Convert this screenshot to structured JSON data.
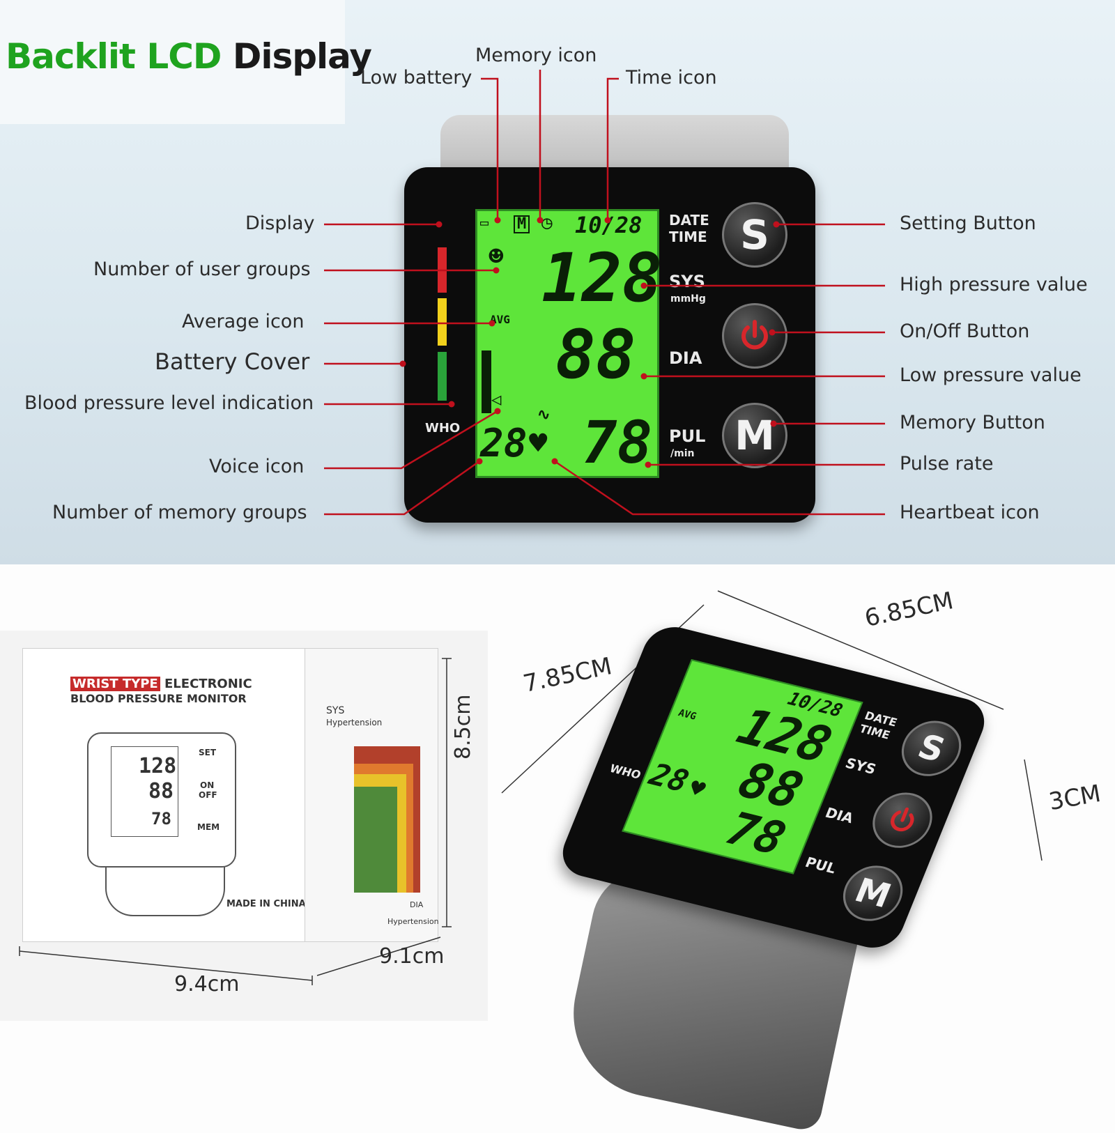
{
  "title": {
    "part1": "Backlit LCD",
    "part2": "Display"
  },
  "labels": {
    "memory_icon": "Memory icon",
    "low_battery": "Low battery",
    "time_icon": "Time icon",
    "display": "Display",
    "user_groups": "Number of user groups",
    "average_icon": "Average icon",
    "battery_cover": "Battery Cover",
    "bp_level": "Blood pressure level indication",
    "voice_icon": "Voice icon",
    "memory_groups": "Number of memory groups",
    "setting_button": "Setting Button",
    "high_pressure": "High pressure value",
    "onoff_button": "On/Off Button",
    "low_pressure": "Low pressure value",
    "memory_button": "Memory Button",
    "pulse_rate": "Pulse rate",
    "heartbeat_icon": "Heartbeat icon"
  },
  "device": {
    "date": "10/28",
    "sys_value": "128",
    "dia_value": "88",
    "pulse_value": "78",
    "memory_number": "28",
    "avg": "AVG",
    "date_label": "DATE",
    "time_label": "TIME",
    "sys_label": "SYS",
    "dia_label": "DIA",
    "pul_label": "PUL",
    "mmhg": "mmHg",
    "per_min": "/min",
    "who": "WHO",
    "btn_s": "S",
    "btn_m": "M",
    "mem_icon_letter": "M",
    "colors": {
      "lcd": "#5ee53a",
      "red": "#d8262b",
      "yellow": "#f2d11c",
      "green": "#2aa33a",
      "accent": "#c0101d"
    }
  },
  "box": {
    "line1_highlight": "WRIST TYPE",
    "line1_rest": "ELECTRONIC",
    "line2": "BLOOD PRESSURE MONITOR",
    "set": "SET",
    "on": "ON",
    "off": "OFF",
    "mem": "MEM",
    "made_in": "MADE IN CHINA",
    "side_sys": "SYS",
    "side_hyper": "Hypertension",
    "side_dia": "DIA",
    "side_hyper2": "Hypertension"
  },
  "dimensions": {
    "box_height": "8.5cm",
    "box_width": "9.4cm",
    "box_depth": "9.1cm",
    "dev_width": "6.85CM",
    "dev_height": "7.85CM",
    "dev_depth": "3CM"
  }
}
